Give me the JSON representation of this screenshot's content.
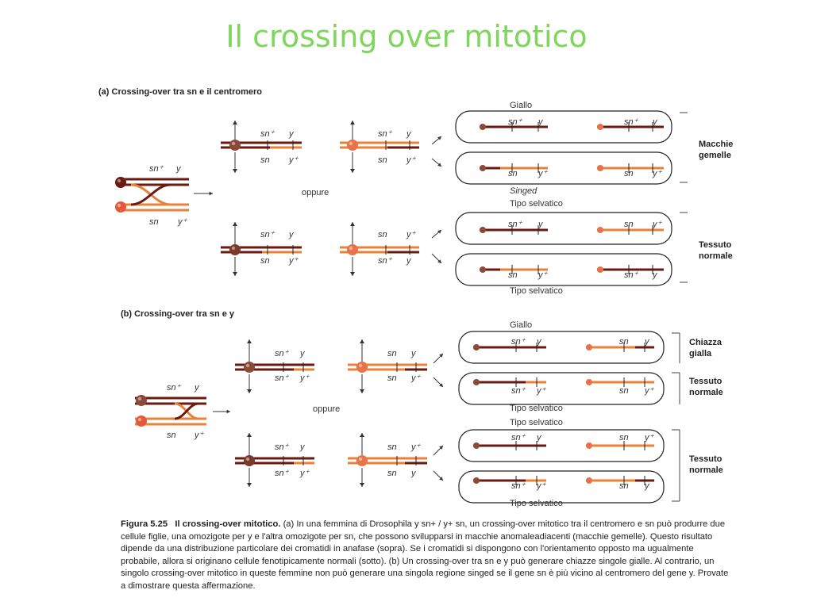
{
  "title": "Il crossing over mitotico",
  "section_a": "(a) Crossing-over tra sn e il centromero",
  "section_b": "(b) Crossing-over tra sn e y",
  "oppure": "oppure",
  "giallo": "Giallo",
  "singed": "Singed",
  "tipo_selvatico": "Tipo selvatico",
  "side_a1": [
    "Macchie",
    "gemelle"
  ],
  "side_a2": [
    "Tessuto",
    "normale"
  ],
  "side_b1": [
    "Chiazza",
    "gialla"
  ],
  "side_b2": [
    "Tessuto",
    "normale"
  ],
  "side_b3": [
    "Tessuto",
    "normale"
  ],
  "genes": {
    "sn": "sn",
    "sn_plus": "sn+",
    "y": "y",
    "y_plus": "y+"
  },
  "caption": {
    "fig_label": "Figura 5.25",
    "fig_title": "Il crossing-over mitotico.",
    "text": "(a) In una femmina di Drosophila y sn+ / y+ sn, un crossing-over mitotico tra il centromero e sn può produrre due cellule figlie, una omozigote per y e l'altra omozigote per sn, che possono svilupparsi in macchie anomaleadiacenti (macchie gemelle). Questo risultato dipende da una distribuzione particolare dei cromatidi in anafase (sopra). Se i cromatidi si dispongono con l'orientamento opposto ma ugualmente probabile, allora si originano cellule fenotipicamente normali (sotto). (b) Un crossing-over tra sn e y può generare chiazze singole gialle. Al contrario, un singolo crossing-over mitotico in queste femmine non può generare una singola regione singed se il gene sn è più vicino al centromero del gene y. Provate a dimostrare questa affermazione."
  },
  "colors": {
    "dark": "#6b1a10",
    "light": "#e8823a",
    "title": "#7fd65c"
  }
}
